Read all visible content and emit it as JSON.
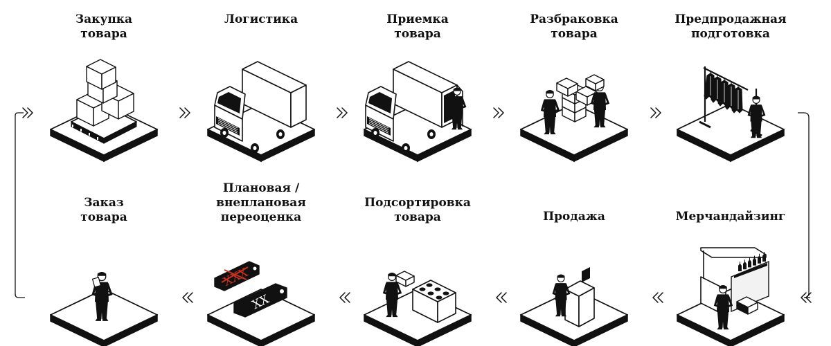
{
  "colors": {
    "ink": "#111111",
    "paper": "#ffffff",
    "accent": "#c8321e",
    "panel": "#f2f2f2"
  },
  "steps": {
    "s1": {
      "lines": [
        "Закупка",
        "товара"
      ],
      "icon": "boxes-on-pallet-icon"
    },
    "s2": {
      "lines": [
        "Логистика"
      ],
      "icon": "truck-icon"
    },
    "s3": {
      "lines": [
        "Приемка",
        "товара"
      ],
      "icon": "truck-unloading-icon"
    },
    "s4": {
      "lines": [
        "Разбраковка",
        "товара"
      ],
      "icon": "workers-sorting-boxes-icon"
    },
    "s5": {
      "lines": [
        "Предпродажная",
        "подготовка"
      ],
      "icon": "clothing-rack-icon"
    },
    "s6": {
      "lines": [
        "Мерчандайзинг"
      ],
      "icon": "shelf-merchandising-icon"
    },
    "s7": {
      "lines": [
        "Продажа"
      ],
      "icon": "cashier-counter-icon"
    },
    "s8": {
      "lines": [
        "Подсортировка",
        "товара"
      ],
      "icon": "restocking-worker-icon"
    },
    "s9": {
      "lines": [
        "Плановая /",
        "внеплановая",
        "переоценка"
      ],
      "icon": "price-tags-icon"
    },
    "s10": {
      "lines": [
        "Заказ",
        "товара"
      ],
      "icon": "person-with-tablet-icon"
    }
  },
  "price_tags": {
    "old_price": "XXX",
    "new_price": "XX"
  },
  "arrows": {
    "forward": "chevron-right-icon",
    "backward": "chevron-left-icon"
  }
}
